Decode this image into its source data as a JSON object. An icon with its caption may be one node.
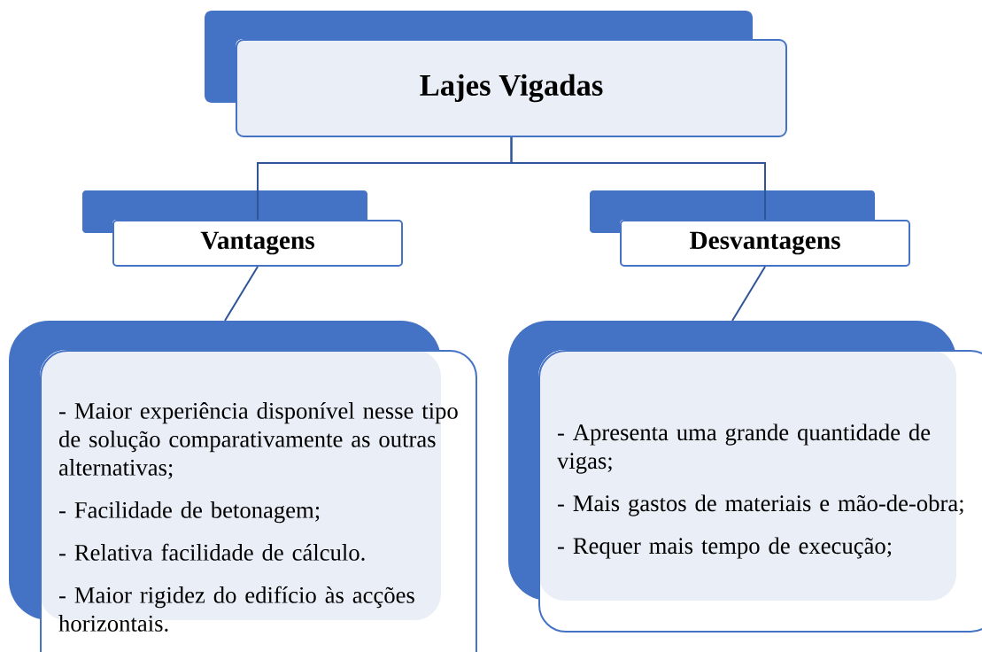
{
  "diagram": {
    "nodes": [
      {
        "text": [
          "Lajes Vigadas"
        ]
      },
      {
        "text": [
          "Vantagens"
        ]
      },
      {
        "text": [
          "Desvantagens"
        ]
      },
      {
        "text": [
          "- Maior experiência disponível nesse tipo de solução comparativamente as outras alternativas;",
          "- Facilidade de betonagem;",
          "- Relativa facilidade de cálculo.",
          "- Maior rigidez do edifício às acções horizontais."
        ]
      },
      {
        "text": [
          "- Apresenta uma grande quantidade de vigas;",
          "- Mais gastos de materiais e mão-de-obra;",
          "- Requer mais tempo de execução;"
        ]
      }
    ],
    "edges": [
      {
        "from": 0,
        "to": 1,
        "arrow": "none"
      },
      {
        "from": 0,
        "to": 2,
        "arrow": "none"
      },
      {
        "from": 1,
        "to": 3,
        "arrow": "none"
      },
      {
        "from": 2,
        "to": 4,
        "arrow": "none"
      }
    ]
  }
}
